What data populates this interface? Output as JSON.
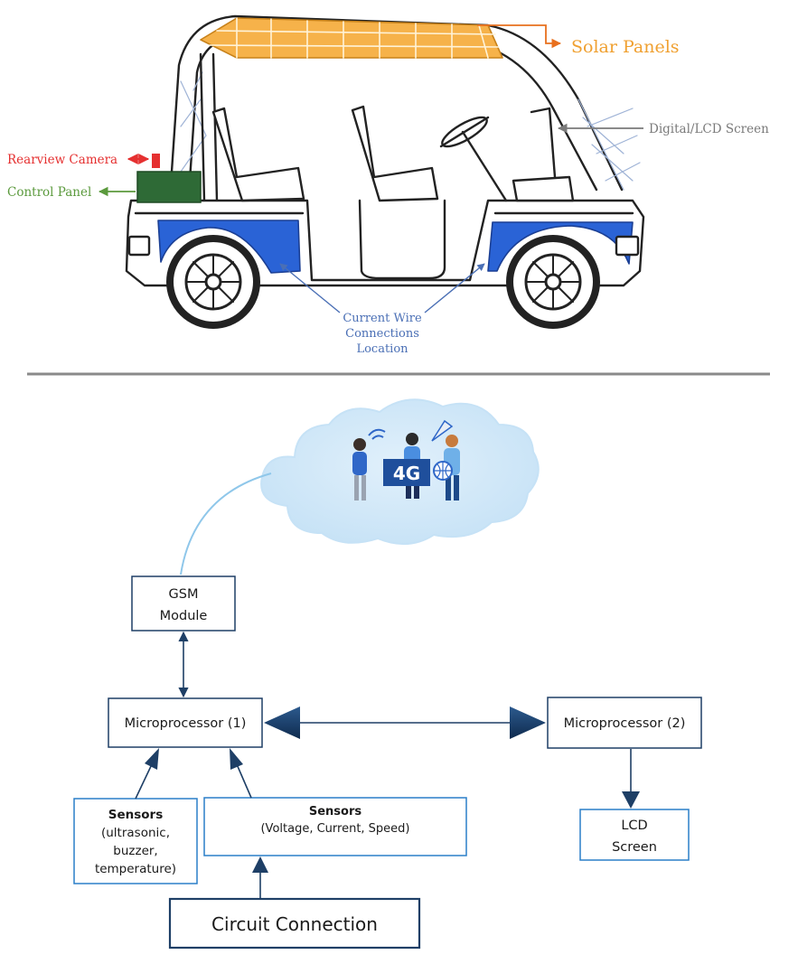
{
  "vehicle": {
    "labels": {
      "solar_panels": "Solar Panels",
      "lcd_screen": "Digital/LCD Screen",
      "rearview_camera": "Rearview Camera",
      "control_panel": "Control Panel",
      "wire_line1": "Current Wire",
      "wire_line2": "Connections",
      "wire_line3": "Location"
    },
    "colors": {
      "solar": "#f0a030",
      "camera": "#e53030",
      "control": "#2e6a36",
      "control_label": "#5b9a3d",
      "wire": "#4a6fb5",
      "screen": "#7a7a7a",
      "blue_panel": "#2a63d6"
    }
  },
  "cloud": {
    "badge": "4G"
  },
  "blocks": {
    "gsm_line1": "GSM",
    "gsm_line2": "Module",
    "micro1": "Microprocessor (1)",
    "micro2": "Microprocessor (2)",
    "sensors1_title": "Sensors",
    "sensors1_line1": "(ultrasonic,",
    "sensors1_line2": "buzzer,",
    "sensors1_line3": "temperature)",
    "sensors2_title": "Sensors",
    "sensors2_detail": "(Voltage, Current, Speed)",
    "lcd_line1": "LCD",
    "lcd_line2": "Screen",
    "circuit": "Circuit Connection"
  }
}
